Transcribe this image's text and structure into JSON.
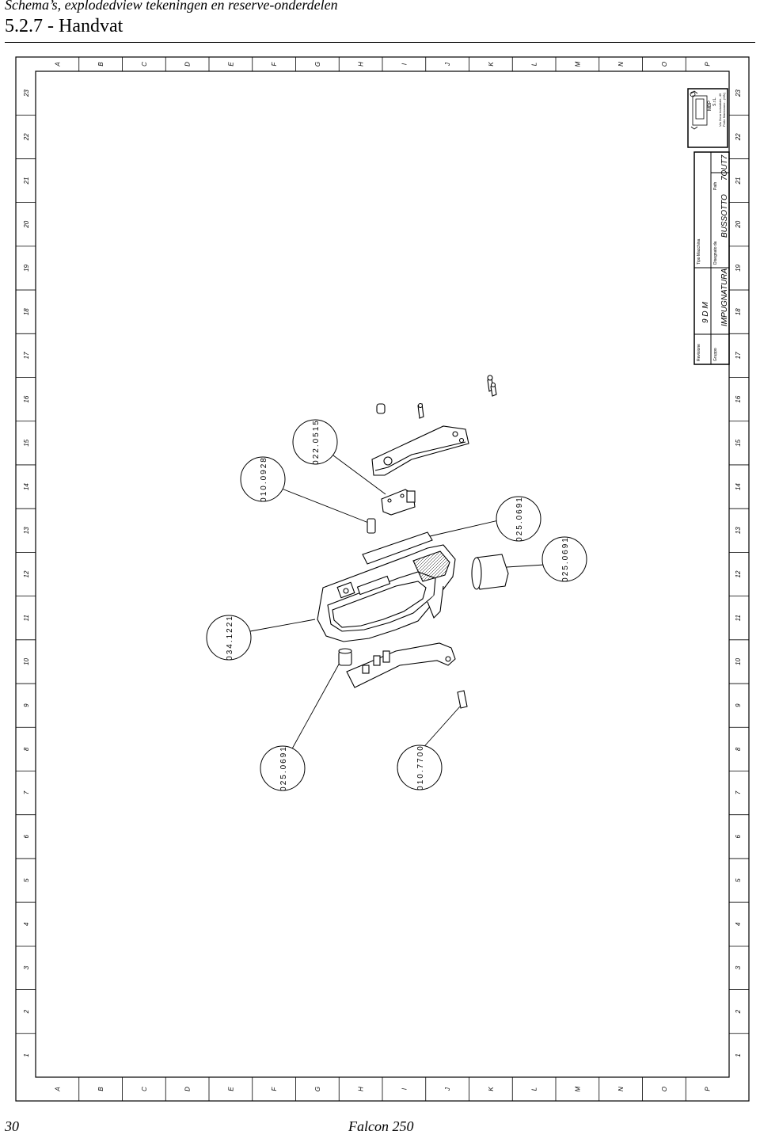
{
  "header": {
    "subtitle": "Schema’s, explodedview tekeningen en reserve-onderdelen",
    "title": "5.2.7 - Handvat"
  },
  "footer": {
    "page_number": "30",
    "model": "Falcon 250"
  },
  "drawing": {
    "grid_letters": [
      "A",
      "B",
      "C",
      "D",
      "E",
      "F",
      "G",
      "H",
      "I",
      "J",
      "K",
      "L",
      "M",
      "N",
      "O",
      "P"
    ],
    "grid_numbers": [
      "1",
      "2",
      "3",
      "4",
      "5",
      "6",
      "7",
      "8",
      "9",
      "10",
      "11",
      "12",
      "13",
      "14",
      "15",
      "16",
      "17",
      "18",
      "19",
      "20",
      "21",
      "22",
      "23"
    ],
    "callouts": {
      "c1": "034.1221",
      "c2": "010.0928",
      "c3": "022.0515",
      "c4": "025.0691",
      "c5": "025.0691",
      "c6": "025.0691",
      "c7": "010.7700"
    },
    "title_block": {
      "revision_label": "Revisione",
      "revision_value": "9 D M",
      "machine_type_label": "Tipo Macchina",
      "group_label": "Gruppo",
      "group_value": "IMPUGNATURA",
      "drawing_label": "Disegnato da",
      "drawing_value": "BUSSOTTO",
      "path_label": "Path",
      "path_value": "7OUT7",
      "company_name": "MBP",
      "company_legal": "S.r.L.",
      "company_street": "Via Zona Industriale, 49",
      "company_city": "Porto Mantovano - (MN)"
    }
  }
}
